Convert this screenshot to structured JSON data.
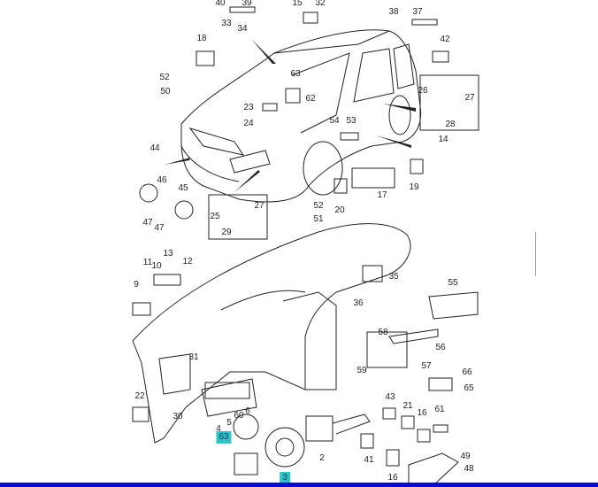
{
  "diagram": {
    "part_labels": [
      "40",
      "39",
      "15",
      "32",
      "38",
      "37",
      "33",
      "34",
      "18",
      "42",
      "52",
      "50",
      "63",
      "62",
      "26",
      "27",
      "23",
      "28",
      "24",
      "54",
      "53",
      "14",
      "44",
      "46",
      "45",
      "19",
      "17",
      "20",
      "27",
      "52",
      "25",
      "51",
      "47",
      "47",
      "29",
      "13",
      "11",
      "10",
      "12",
      "9",
      "35",
      "55",
      "36",
      "58",
      "56",
      "31",
      "57",
      "59",
      "66",
      "65",
      "22",
      "43",
      "30",
      "4",
      "5",
      "60",
      "6",
      "21",
      "16",
      "61",
      "2",
      "41",
      "49",
      "48",
      "16"
    ],
    "highlighted_labels": [
      "63",
      "3"
    ],
    "colors": {
      "highlight": "#2ec4c4",
      "bottom_bar": "#0a0ad8",
      "line": "#222222"
    }
  }
}
